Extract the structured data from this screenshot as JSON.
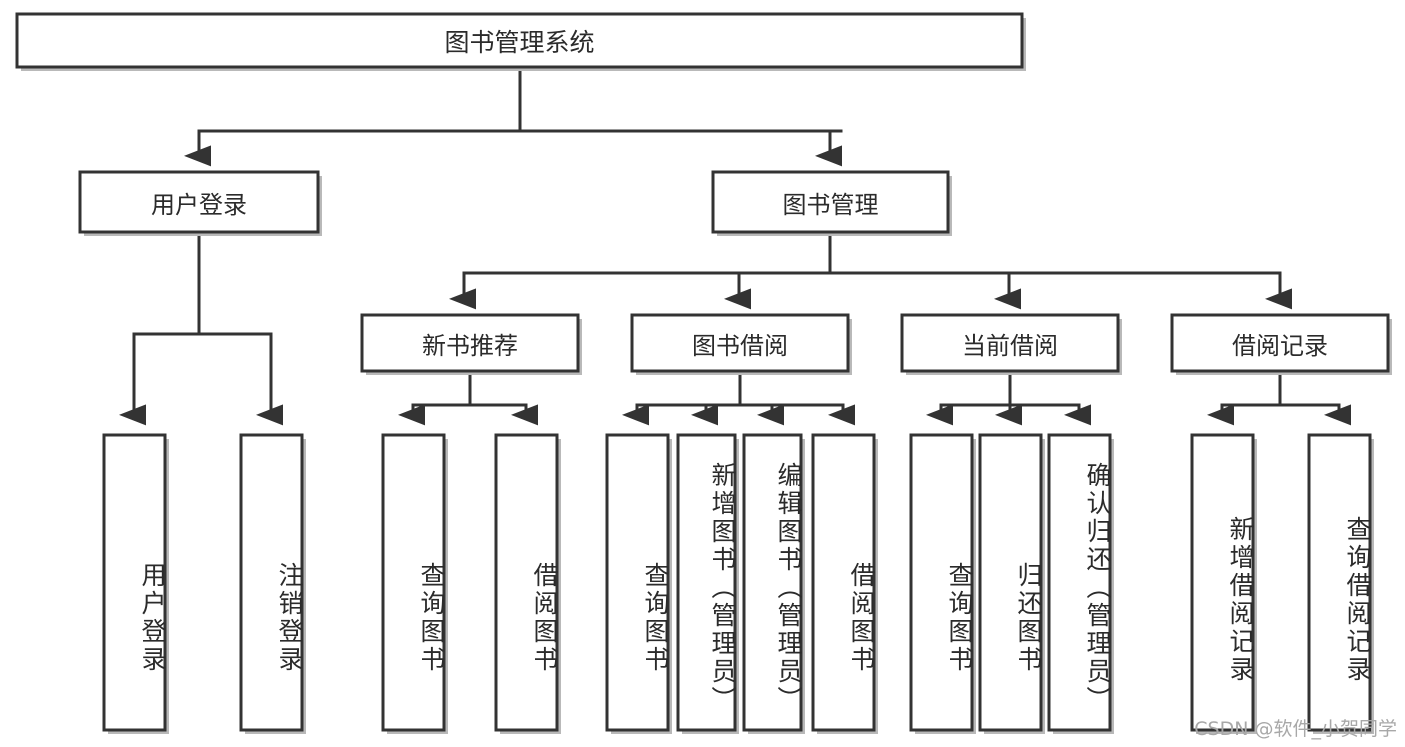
{
  "diagram": {
    "title": "图书管理系统",
    "type": "hierarchy-tree",
    "watermark": "CSDN @软件_小贺同学",
    "colors": {
      "box_fill": "#ffffff",
      "box_stroke": "#333333",
      "text": "#2b2b2b",
      "watermark": "#a8a8a8",
      "background": "#ffffff"
    },
    "root": {
      "id": "root",
      "label": "图书管理系统",
      "orientation": "horizontal"
    },
    "level2": [
      {
        "id": "user-login",
        "label": "用户登录",
        "orientation": "horizontal"
      },
      {
        "id": "book-management",
        "label": "图书管理",
        "orientation": "horizontal"
      }
    ],
    "level3": [
      {
        "id": "new-book-recommend",
        "label": "新书推荐",
        "parent": "book-management",
        "orientation": "horizontal"
      },
      {
        "id": "book-borrow",
        "label": "图书借阅",
        "parent": "book-management",
        "orientation": "horizontal"
      },
      {
        "id": "current-borrow",
        "label": "当前借阅",
        "parent": "book-management",
        "orientation": "horizontal"
      },
      {
        "id": "borrow-record",
        "label": "借阅记录",
        "parent": "book-management",
        "orientation": "horizontal"
      }
    ],
    "leaves": [
      {
        "id": "leaf-user-login",
        "label": "用户登录",
        "parent": "user-login",
        "orientation": "vertical"
      },
      {
        "id": "leaf-user-logout",
        "label": "注销登录",
        "parent": "user-login",
        "orientation": "vertical"
      },
      {
        "id": "leaf-query-book-1",
        "label": "查询图书",
        "parent": "new-book-recommend",
        "orientation": "vertical"
      },
      {
        "id": "leaf-borrow-book-1",
        "label": "借阅图书",
        "parent": "new-book-recommend",
        "orientation": "vertical"
      },
      {
        "id": "leaf-query-book-2",
        "label": "查询图书",
        "parent": "book-borrow",
        "orientation": "vertical"
      },
      {
        "id": "leaf-add-book",
        "label": "新增图书（管理员）",
        "parent": "book-borrow",
        "orientation": "vertical"
      },
      {
        "id": "leaf-edit-book",
        "label": "编辑图书（管理员）",
        "parent": "book-borrow",
        "orientation": "vertical"
      },
      {
        "id": "leaf-borrow-book-2",
        "label": "借阅图书",
        "parent": "book-borrow",
        "orientation": "vertical"
      },
      {
        "id": "leaf-query-book-3",
        "label": "查询图书",
        "parent": "current-borrow",
        "orientation": "vertical"
      },
      {
        "id": "leaf-return-book",
        "label": "归还图书",
        "parent": "current-borrow",
        "orientation": "vertical"
      },
      {
        "id": "leaf-confirm-return",
        "label": "确认归还（管理员）",
        "parent": "current-borrow",
        "orientation": "vertical"
      },
      {
        "id": "leaf-add-record",
        "label": "新增借阅记录",
        "parent": "borrow-record",
        "orientation": "vertical"
      },
      {
        "id": "leaf-query-record",
        "label": "查询借阅记录",
        "parent": "borrow-record",
        "orientation": "vertical"
      }
    ]
  }
}
